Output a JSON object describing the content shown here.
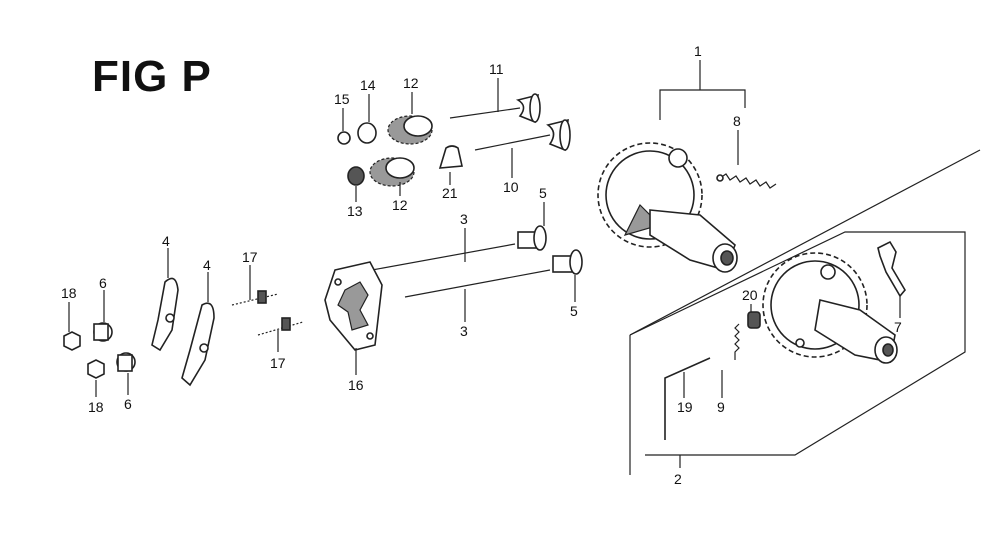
{
  "title": "FIG P",
  "labels": {
    "l1": "1",
    "l2": "2",
    "l3a": "3",
    "l3b": "3",
    "l4a": "4",
    "l4b": "4",
    "l5a": "5",
    "l5b": "5",
    "l6a": "6",
    "l6b": "6",
    "l7": "7",
    "l8": "8",
    "l9": "9",
    "l10": "10",
    "l11": "11",
    "l12a": "12",
    "l12b": "12",
    "l13": "13",
    "l14": "14",
    "l15": "15",
    "l16": "16",
    "l17a": "17",
    "l17b": "17",
    "l18a": "18",
    "l18b": "18",
    "l19": "19",
    "l20": "20",
    "l21": "21"
  }
}
